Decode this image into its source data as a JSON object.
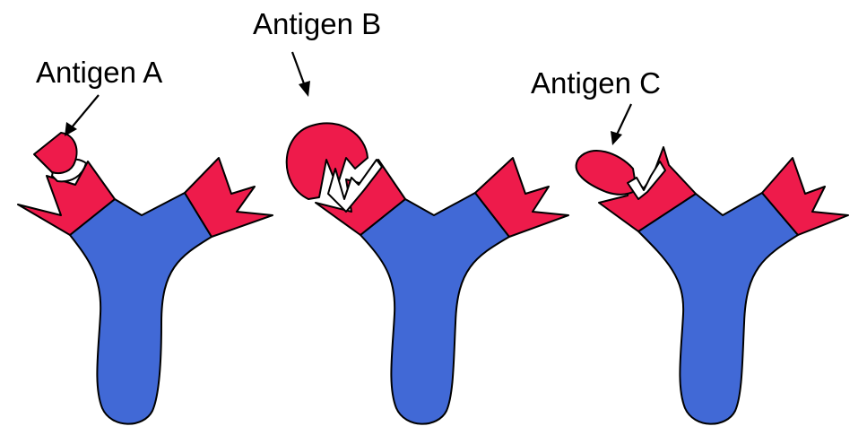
{
  "labels": {
    "antigen_a": "Antigen A",
    "antigen_b": "Antigen B",
    "antigen_c": "Antigen C"
  },
  "colors": {
    "antibody_body": "#4169d6",
    "antigen_binding_region": "#ee1b4b",
    "outline": "#000000",
    "background": "#ffffff"
  }
}
